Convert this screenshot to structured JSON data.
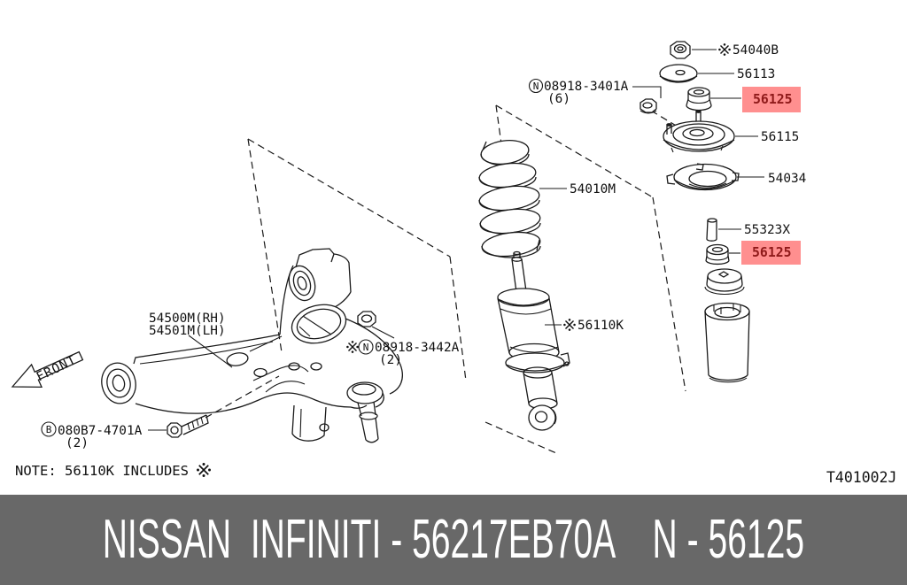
{
  "diagram": {
    "labels": {
      "cap_nut": "54040B",
      "washer": "56113",
      "bushing_upper": "56125",
      "strut_mounting": "56115",
      "spring_seat": "54034",
      "coil_spring": "54010M",
      "nut_upper": "08918-3401A",
      "nut_upper_qty": "(6)",
      "pin": "55323X",
      "bushing_lower": "56125",
      "shock_absorber": "56110K",
      "control_arm_rh": "54500M(RH)",
      "control_arm_lh": "54501M(LH)",
      "nut_arm": "08918-3442A",
      "nut_arm_qty": "(2)",
      "bolt": "080B7-4701A",
      "bolt_qty": "(2)",
      "prefix_n": "N",
      "prefix_b": "B",
      "front_label": "FRONT",
      "note": "NOTE: 56110K INCLUDES",
      "diagram_code": "T401002J"
    },
    "colors": {
      "line": "#1a1a1a",
      "highlight_bg": "#ff8f8f",
      "highlight_text": "#8f1a1a"
    }
  },
  "banner": {
    "text": "NISSAN  INFINITI - 56217EB70A    N - 56125",
    "bg": "#686868",
    "fg": "#ffffff"
  }
}
